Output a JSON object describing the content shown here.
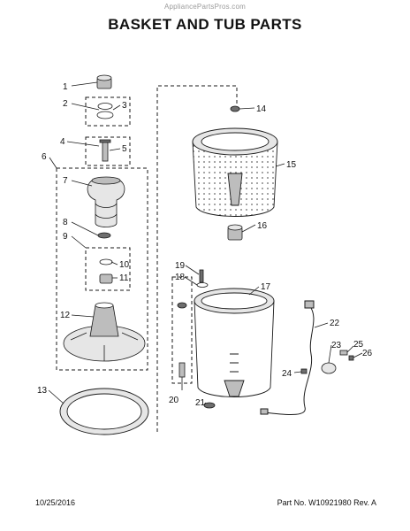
{
  "header": {
    "watermark": "AppliancePartsPros.com",
    "title": "BASKET AND TUB PARTS"
  },
  "footer": {
    "date": "10/25/2016",
    "part_no": "Part No. W10921980  Rev. A"
  },
  "callouts": [
    "1",
    "2",
    "3",
    "4",
    "5",
    "6",
    "7",
    "8",
    "9",
    "10",
    "11",
    "12",
    "13",
    "14",
    "15",
    "16",
    "17",
    "18",
    "19",
    "20",
    "21",
    "22",
    "23",
    "24",
    "25",
    "26"
  ],
  "colors": {
    "line": "#1a1a1a",
    "fill_light": "#e6e6e6",
    "fill_mid": "#bdbdbd",
    "fill_dark": "#6e6e6e"
  }
}
